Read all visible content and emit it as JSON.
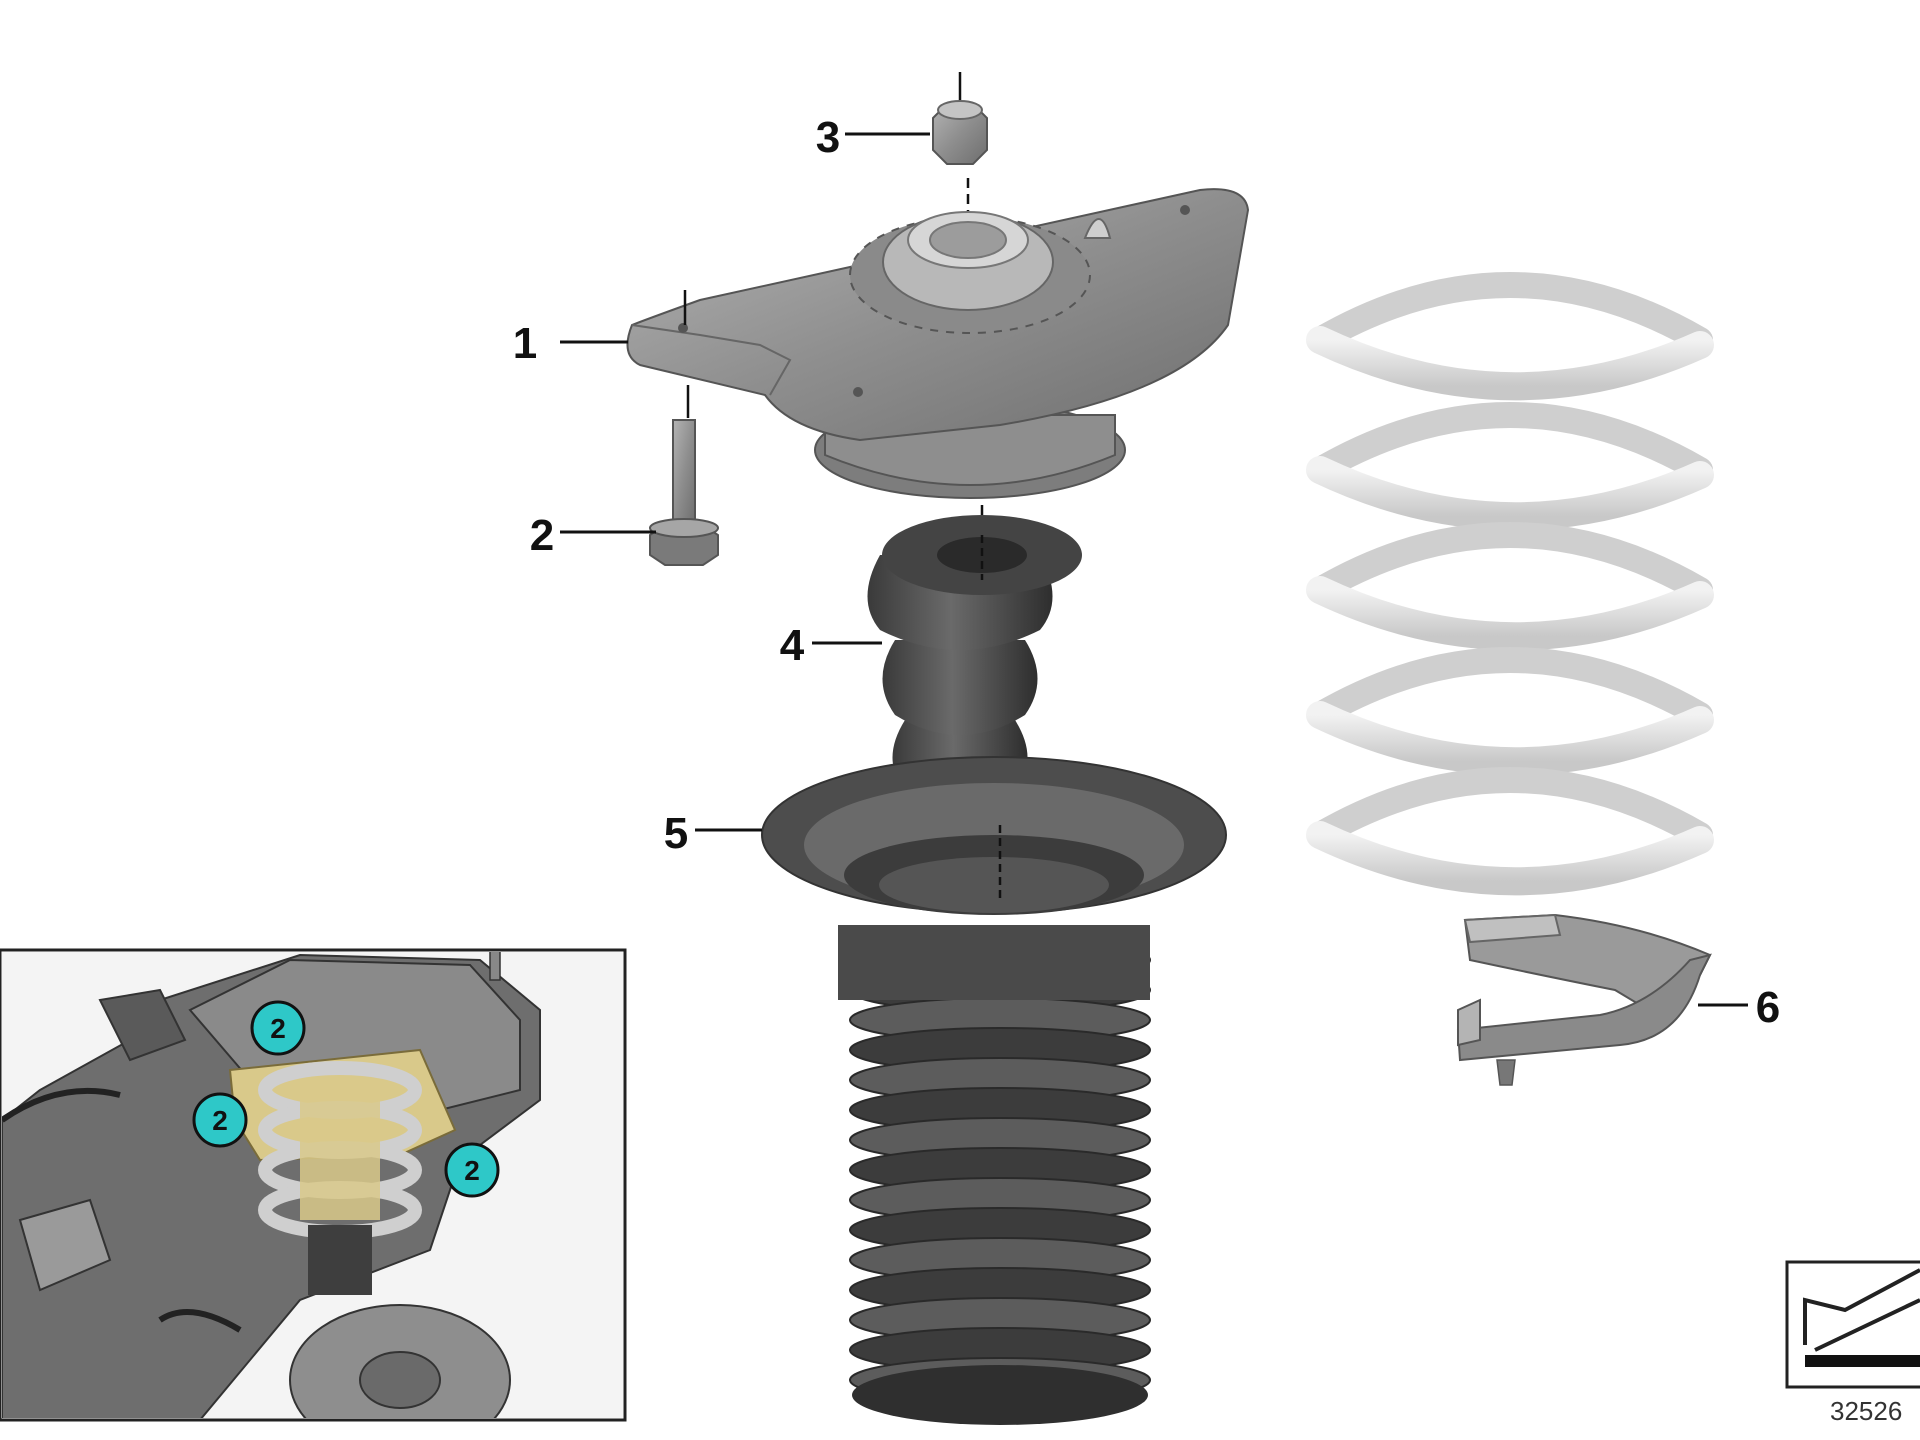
{
  "diagram": {
    "callouts": [
      {
        "id": "1",
        "label": "1",
        "part": "support-bearing"
      },
      {
        "id": "2",
        "label": "2",
        "part": "hex-bolt"
      },
      {
        "id": "3",
        "label": "3",
        "part": "hex-nut"
      },
      {
        "id": "4",
        "label": "4",
        "part": "additional-damper"
      },
      {
        "id": "5",
        "label": "5",
        "part": "protection-tube"
      },
      {
        "id": "6",
        "label": "6",
        "part": "spring-pad"
      }
    ],
    "inset_markers": [
      "2",
      "2",
      "2"
    ],
    "doc_number": "32526",
    "colors": {
      "marker": "#2ec8c8",
      "spring": "#dcdcdc",
      "rubber": "#4a4a4a",
      "metal": "#8c8c8c",
      "inset_highlight": "#d9c98a"
    }
  }
}
